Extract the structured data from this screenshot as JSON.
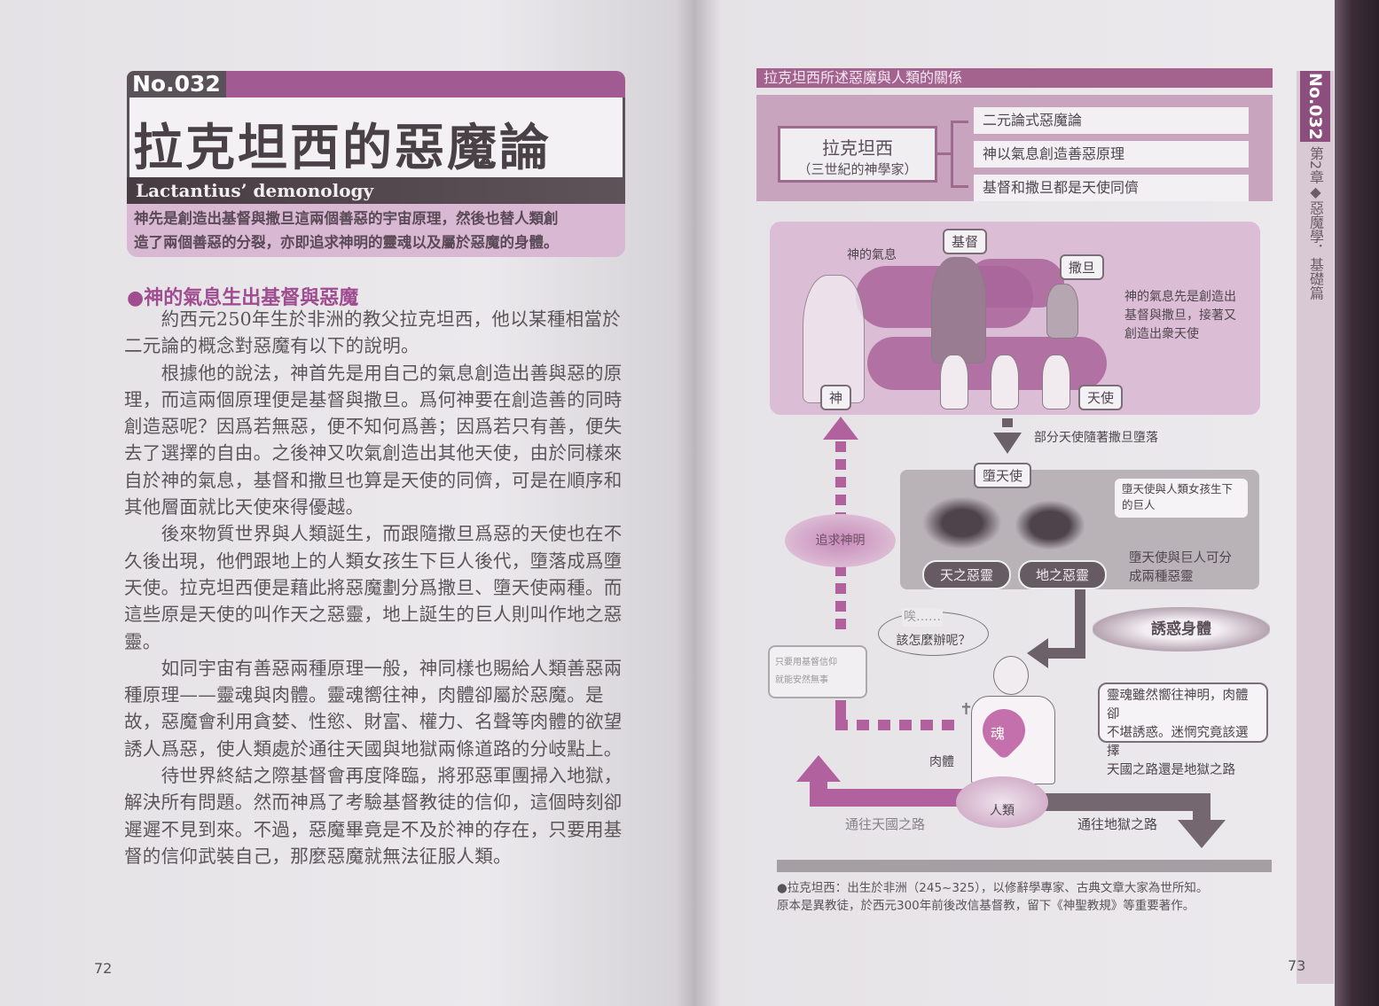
{
  "left": {
    "number_tag": "No.032",
    "title": "拉克坦西的惡魔論",
    "subtitle": "Lactantius’ demonology",
    "summary_lines": [
      "神先是創造出基督與撒旦這兩個善惡的宇宙原理，然後也替人類創",
      "造了兩個善惡的分裂，亦即追求神明的靈魂以及屬於惡魔的身體。"
    ],
    "section_heading": "●神的氣息生出基督與惡魔",
    "body_lines": [
      "　　約西元250年生於非洲的教父拉克坦西，他以某種相當於",
      "二元論的概念對惡魔有以下的說明。",
      "　　根據他的說法，神首先是用自己的氣息創造出善與惡的原",
      "理，而這兩個原理便是基督與撒旦。爲何神要在創造善的同時",
      "創造惡呢？因爲若無惡，便不知何爲善；因爲若只有善，便失",
      "去了選擇的自由。之後神又吹氣創造出其他天使，由於同樣來",
      "自於神的氣息，基督和撒旦也算是天使的同儕，可是在順序和",
      "其他層面就比天使來得優越。",
      "　　後來物質世界與人類誕生，而跟隨撒旦爲惡的天使也在不",
      "久後出現，他們跟地上的人類女孩生下巨人後代，墮落成爲墮",
      "天使。拉克坦西便是藉此將惡魔劃分爲撒旦、墮天使兩種。而",
      "這些原是天使的叫作天之惡靈，地上誕生的巨人則叫作地之惡",
      "靈。",
      "　　如同宇宙有善惡兩種原理一般，神同樣也賜給人類善惡兩",
      "種原理——靈魂與肉體。靈魂嚮往神，肉體卻屬於惡魔。是",
      "故，惡魔會利用貪婪、性慾、財富、權力、名聲等肉體的欲望",
      "誘人爲惡，使人類處於通往天國與地獄兩條道路的分岐點上。",
      "　　待世界終結之際基督會再度降臨，將邪惡軍團掃入地獄，",
      "解決所有問題。然而神爲了考驗基督教徒的信仰，這個時刻卻",
      "遲遲不見到來。不過，惡魔畢竟是不及於神的存在，只要用基",
      "督的信仰武裝自己，那麼惡魔就無法征服人類。"
    ],
    "page_number": "72"
  },
  "right": {
    "diagram_title": "拉克坦西所述惡魔與人類的關係",
    "person": "拉克坦西",
    "person_note": "（三世紀的神學家）",
    "points": [
      "二元論式惡魔論",
      "神以氣息創造善惡原理",
      "基督和撒旦都是天使同儕"
    ],
    "breath_label": "神的氣息",
    "christ_label": "基督",
    "satan_label": "撒旦",
    "god_label": "神",
    "angels_label": "天使",
    "creation_note": [
      "神的氣息先是創造出",
      "基督與撒旦，接著又",
      "創造出衆天使"
    ],
    "fall_note": "部分天使隨著撒旦墮落",
    "fallen_label": "墮天使",
    "giants_note": [
      "墮天使與人類女孩生下",
      "的巨人"
    ],
    "heaven_spirit": "天之惡靈",
    "earth_spirit": "地之惡靈",
    "two_spirits_note": [
      "墮天使與巨人可分",
      "成兩種惡靈"
    ],
    "seek_god": "追求神明",
    "speech_sigh": "唉……",
    "speech_question": "該怎麼辦呢？",
    "faith_note": [
      "只要用基督信仰",
      "就能安然無事"
    ],
    "temptation": "誘惑身體",
    "soul_note": [
      "靈魂雖然嚮往神明，肉體卻",
      "不堪誘惑。迷惘究竟該選擇",
      "天國之路還是地獄之路"
    ],
    "soul_label": "魂",
    "body_label": "肉體",
    "human_label": "人類",
    "heaven_road": "通往天國之路",
    "hell_road": "通往地獄之路",
    "footnote_lines": [
      "●拉克坦西：出生於非洲（245~325），以修辭學專家、古典文章大家為世所知。",
      "原本是異教徒，於西元300年前後改信基督教，留下《神聖教規》等重要著作。"
    ],
    "side_number": "No.032",
    "side_chapter": "第2章◆惡魔學．基礎篇",
    "page_number": "73"
  }
}
